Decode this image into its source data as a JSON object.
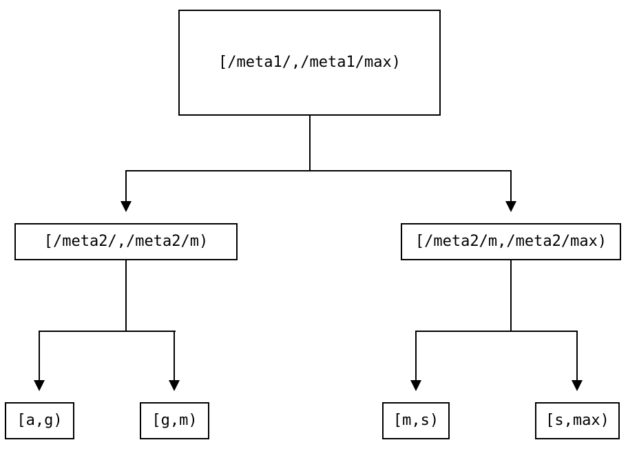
{
  "tree": {
    "root": {
      "label": "[/meta1/,/meta1/max)"
    },
    "level1": [
      {
        "label": "[/meta2/,/meta2/m)"
      },
      {
        "label": "[/meta2/m,/meta2/max)"
      }
    ],
    "level2": [
      {
        "label": "[a,g)"
      },
      {
        "label": "[g,m)"
      },
      {
        "label": "[m,s)"
      },
      {
        "label": "[s,max)"
      }
    ]
  },
  "colors": {
    "background": "#ffffff",
    "line": "#000000",
    "text": "#000000"
  }
}
